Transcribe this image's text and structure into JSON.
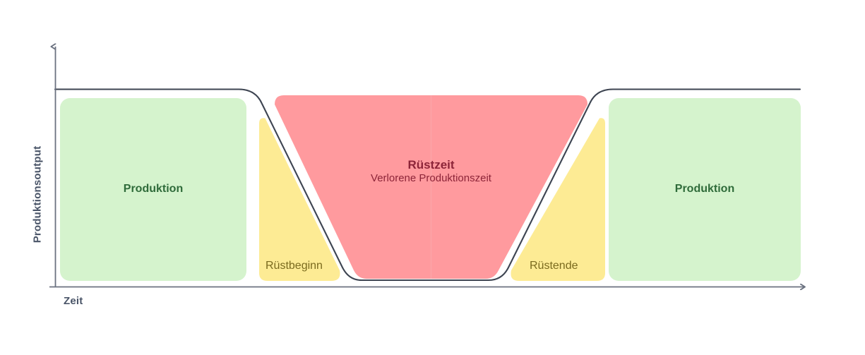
{
  "diagram": {
    "title_text": "",
    "axes": {
      "y_label": "Produktionsoutput",
      "x_label": "Zeit"
    },
    "regions": [
      {
        "id": "production-left",
        "label": "Produktion",
        "kind": "production",
        "color": "#d5f3cd",
        "text_color": "#2f6b3a"
      },
      {
        "id": "setup-start",
        "label": "Rüstbeginn",
        "kind": "setup",
        "color": "#fdeb94",
        "text_color": "#7a6a1e"
      },
      {
        "id": "changeover",
        "label": "Rüstzeit",
        "sublabel": "Verlorene Produktionszeit",
        "kind": "changeover",
        "color": "#ff9a9e",
        "text_color": "#8c2438"
      },
      {
        "id": "setup-end",
        "label": "Rüstende",
        "kind": "setup",
        "color": "#fdeb94",
        "text_color": "#7a6a1e"
      },
      {
        "id": "production-right",
        "label": "Produktion",
        "kind": "production",
        "color": "#d5f3cd",
        "text_color": "#2f6b3a"
      }
    ],
    "curve": {
      "name": "output-curve",
      "stroke": "#3d4451"
    },
    "colors": {
      "axis": "#6b7280",
      "green_fill": "#d5f3cd",
      "yellow_fill": "#fdeb94",
      "red_fill": "#ff9a9e",
      "curve_stroke": "#3d4451",
      "background": "#ffffff"
    }
  },
  "chart_data": {
    "type": "area",
    "title": "",
    "xlabel": "Zeit",
    "ylabel": "Produktionsoutput",
    "annotations": [
      "Produktion",
      "Rüstbeginn",
      "Rüstzeit",
      "Verlorene Produktionszeit",
      "Rüstende",
      "Produktion"
    ],
    "series": [
      {
        "name": "Produktionsoutput",
        "x": [
          0,
          26,
          32,
          44,
          49,
          62,
          68,
          100
        ],
        "values": [
          100,
          100,
          92,
          4,
          0,
          4,
          92,
          100
        ]
      }
    ],
    "ylim": [
      0,
      110
    ],
    "grid": false,
    "legend": "none"
  }
}
